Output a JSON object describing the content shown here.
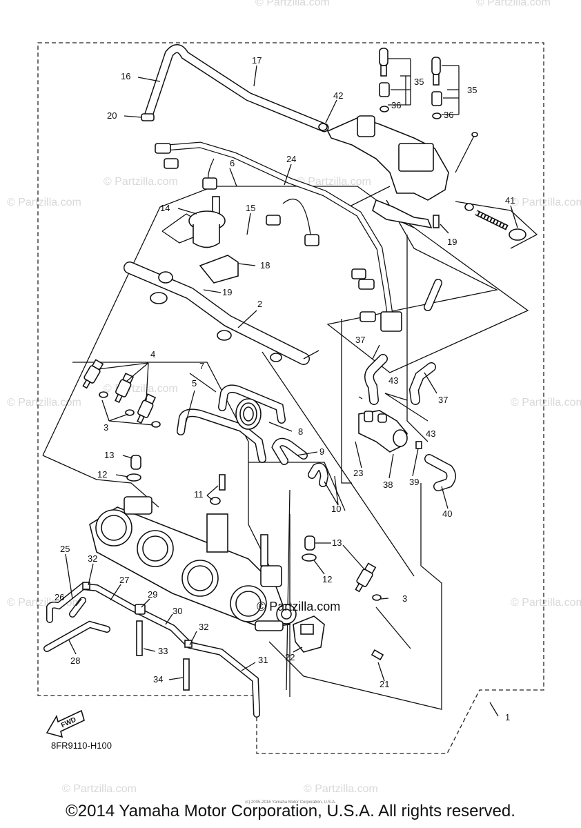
{
  "watermark": "© Partzilla.com",
  "center_watermark": "© Partzilla.com",
  "diagram_code": "8FR9110-H100",
  "copyright": "©2014 Yamaha Motor Corporation, U.S.A. All rights reserved.",
  "small_copyright": "(c) 2005-2016 Yamaha Motor Corporation, U.S.A.",
  "fwd_label": "FWD",
  "labels": {
    "l1": "1",
    "l2": "2",
    "l3a": "3",
    "l3b": "3",
    "l4": "4",
    "l5": "5",
    "l6": "6",
    "l7": "7",
    "l8": "8",
    "l9": "9",
    "l10": "10",
    "l11": "11",
    "l12a": "12",
    "l12b": "12",
    "l13a": "13",
    "l13b": "13",
    "l14": "14",
    "l15": "15",
    "l16": "16",
    "l17": "17",
    "l18": "18",
    "l19a": "19",
    "l19b": "19",
    "l20": "20",
    "l21": "21",
    "l22": "22",
    "l23": "23",
    "l24": "24",
    "l25": "25",
    "l26": "26",
    "l27": "27",
    "l28": "28",
    "l29": "29",
    "l30": "30",
    "l31": "31",
    "l32a": "32",
    "l32b": "32",
    "l33": "33",
    "l34": "34",
    "l35a": "35",
    "l35b": "35",
    "l36a": "36",
    "l36b": "36",
    "l37a": "37",
    "l37b": "37",
    "l38": "38",
    "l39": "39",
    "l40": "40",
    "l41": "41",
    "l42": "42",
    "l43a": "43",
    "l43b": "43"
  }
}
